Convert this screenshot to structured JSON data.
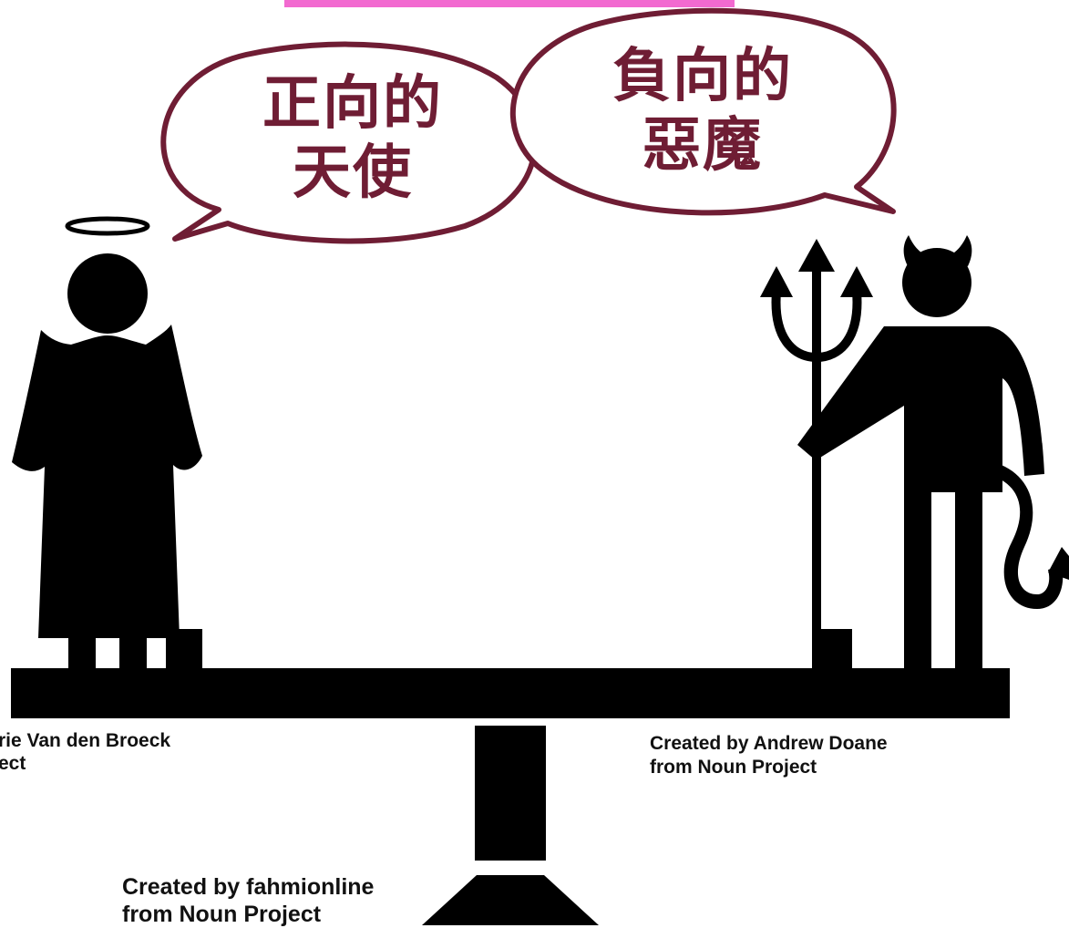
{
  "header_bar": {
    "color": "#f26ad0"
  },
  "accent_color": "#6f1d34",
  "bubbles": {
    "angel": {
      "line1": "正向的",
      "line2": "天使"
    },
    "devil": {
      "line1": "負向的",
      "line2": "惡魔"
    }
  },
  "credits": {
    "angel": {
      "line1": "rie Van den Broeck",
      "line2": "ect"
    },
    "devil": {
      "line1": "Created by Andrew Doane",
      "line2": "from Noun Project"
    },
    "scale": {
      "line1": "Created by fahmionline",
      "line2": "from Noun Project"
    }
  },
  "icons": [
    "halo-icon",
    "angel-icon",
    "devil-icon",
    "trident-icon",
    "seesaw-icon"
  ]
}
